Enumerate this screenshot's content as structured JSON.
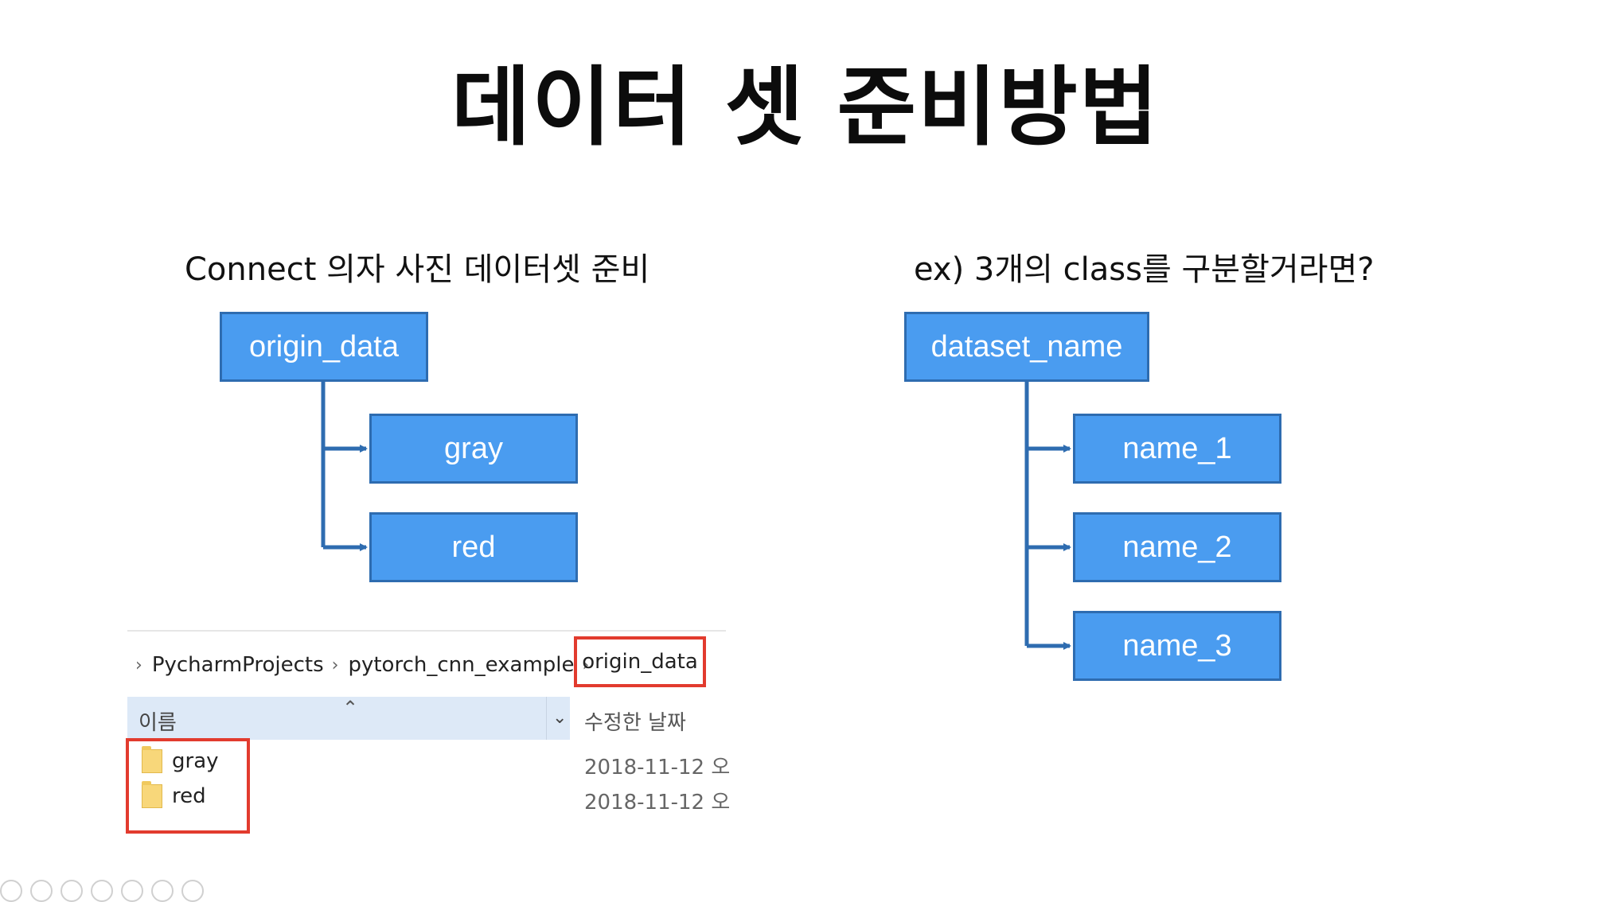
{
  "title": "데이터 셋 준비방법",
  "left": {
    "subtitle": "Connect 의자 사진 데이터셋 준비",
    "root": "origin_data",
    "children": [
      "gray",
      "red"
    ]
  },
  "right": {
    "subtitle": "ex) 3개의 class를 구분할거라면?",
    "root": "dataset_name",
    "children": [
      "name_1",
      "name_2",
      "name_3"
    ]
  },
  "explorer": {
    "breadcrumbs": [
      "PycharmProjects",
      "pytorch_cnn_example"
    ],
    "current": "origin_data",
    "column_name": "이름",
    "column_date": "수정한 날짜",
    "rows": [
      {
        "name": "gray",
        "date": "2018-11-12 오"
      },
      {
        "name": "red",
        "date": "2018-11-12 오"
      }
    ]
  },
  "colors": {
    "box_fill": "#4a9cf0",
    "box_border": "#2e6cb0",
    "highlight": "#e23b2e"
  }
}
